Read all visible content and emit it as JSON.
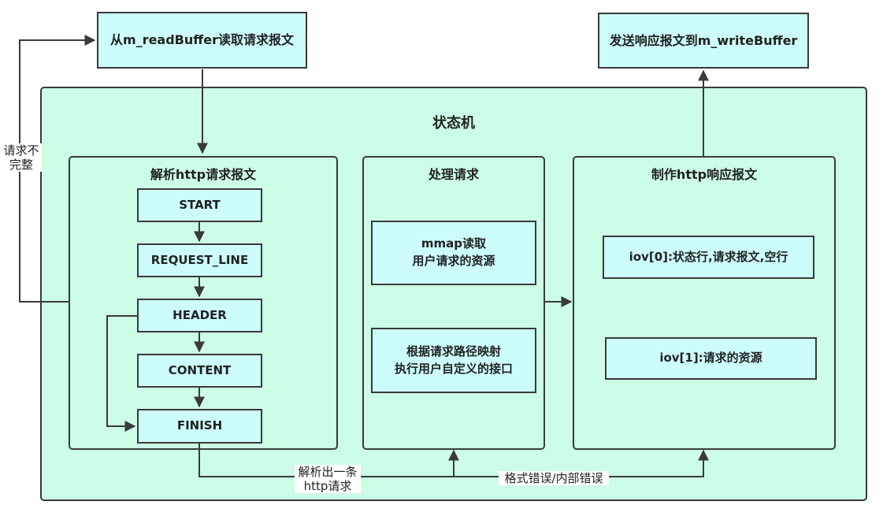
{
  "top_boxes": {
    "read": "从m_readBuffer读取请求报文",
    "send": "发送响应报文到m_writeBuffer"
  },
  "state_machine": {
    "title": "状态机",
    "parse": {
      "title": "解析http请求报文",
      "states": [
        "START",
        "REQUEST_LINE",
        "HEADER",
        "CONTENT",
        "FINISH"
      ]
    },
    "process": {
      "title": "处理请求",
      "steps": [
        "mmap读取\n用户请求的资源",
        "根据请求路径映射\n执行用户自定义的接口"
      ]
    },
    "make": {
      "title": "制作http响应报文",
      "items": [
        "iov[0]:状态行,请求报文,空行",
        "iov[1]:请求的资源"
      ]
    }
  },
  "edge_labels": {
    "incomplete": "请求不\n完整",
    "parsed_one": "解析出一条\nhttp请求",
    "error": "格式错误/内部错误"
  },
  "colors": {
    "box_fill": "#ccfdfb",
    "panel_fill": "#ccfde6",
    "stroke": "#3a3a3a"
  }
}
